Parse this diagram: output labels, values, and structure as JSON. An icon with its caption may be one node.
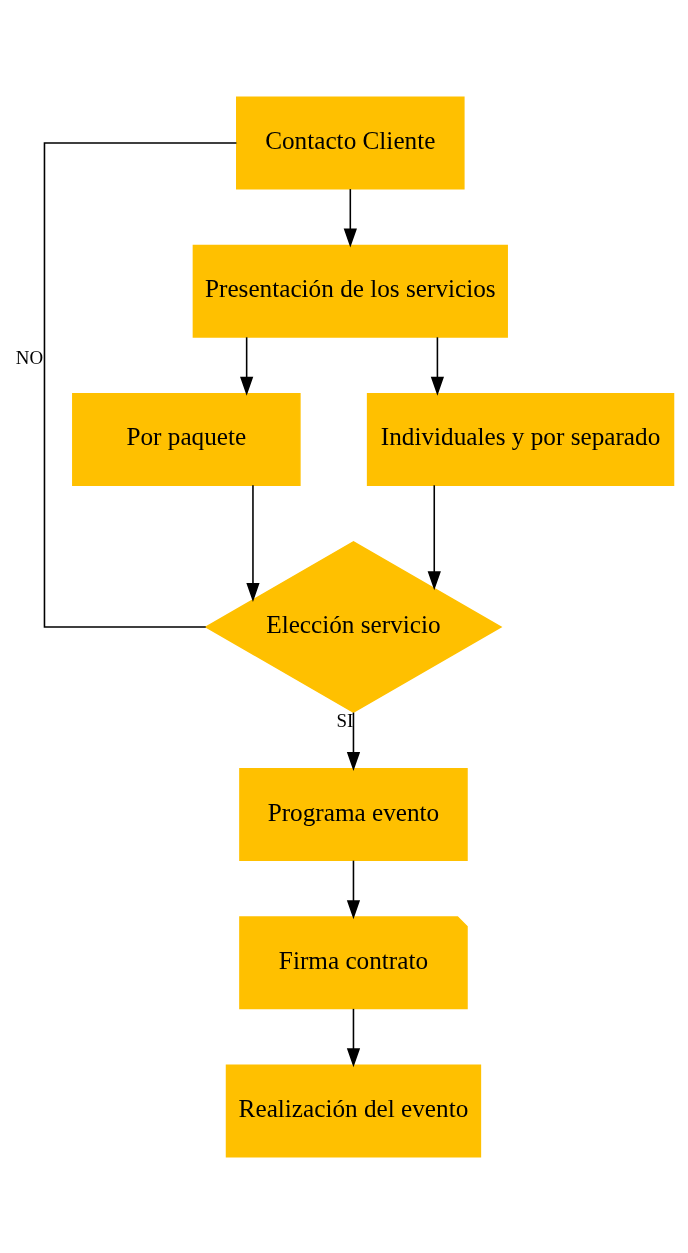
{
  "diagram": {
    "nodes": [
      {
        "text": [
          "Contacto Cliente"
        ]
      },
      {
        "text": [
          "Presentación de los servicios"
        ]
      },
      {
        "text": [
          "Por paquete"
        ]
      },
      {
        "text": [
          "Individuales y por separado"
        ]
      },
      {
        "text": [
          "Elección servicio"
        ]
      },
      {
        "text": [
          "Programa evento"
        ]
      },
      {
        "text": [
          "Firma contrato"
        ]
      },
      {
        "text": [
          "Realización del evento"
        ]
      }
    ],
    "edges": [
      {
        "from": 0,
        "to": 1,
        "arrow": "to"
      },
      {
        "from": 1,
        "to": 2,
        "arrow": "to"
      },
      {
        "from": 1,
        "to": 3,
        "arrow": "to"
      },
      {
        "from": 2,
        "to": 4,
        "arrow": "to"
      },
      {
        "from": 3,
        "to": 4,
        "arrow": "to"
      },
      {
        "from": 4,
        "to": 5,
        "arrow": "to",
        "label": "SI"
      },
      {
        "from": 4,
        "to": 0,
        "arrow": "none",
        "label": "NO"
      },
      {
        "from": 5,
        "to": 6,
        "arrow": "to"
      },
      {
        "from": 6,
        "to": 7,
        "arrow": "to"
      }
    ]
  }
}
